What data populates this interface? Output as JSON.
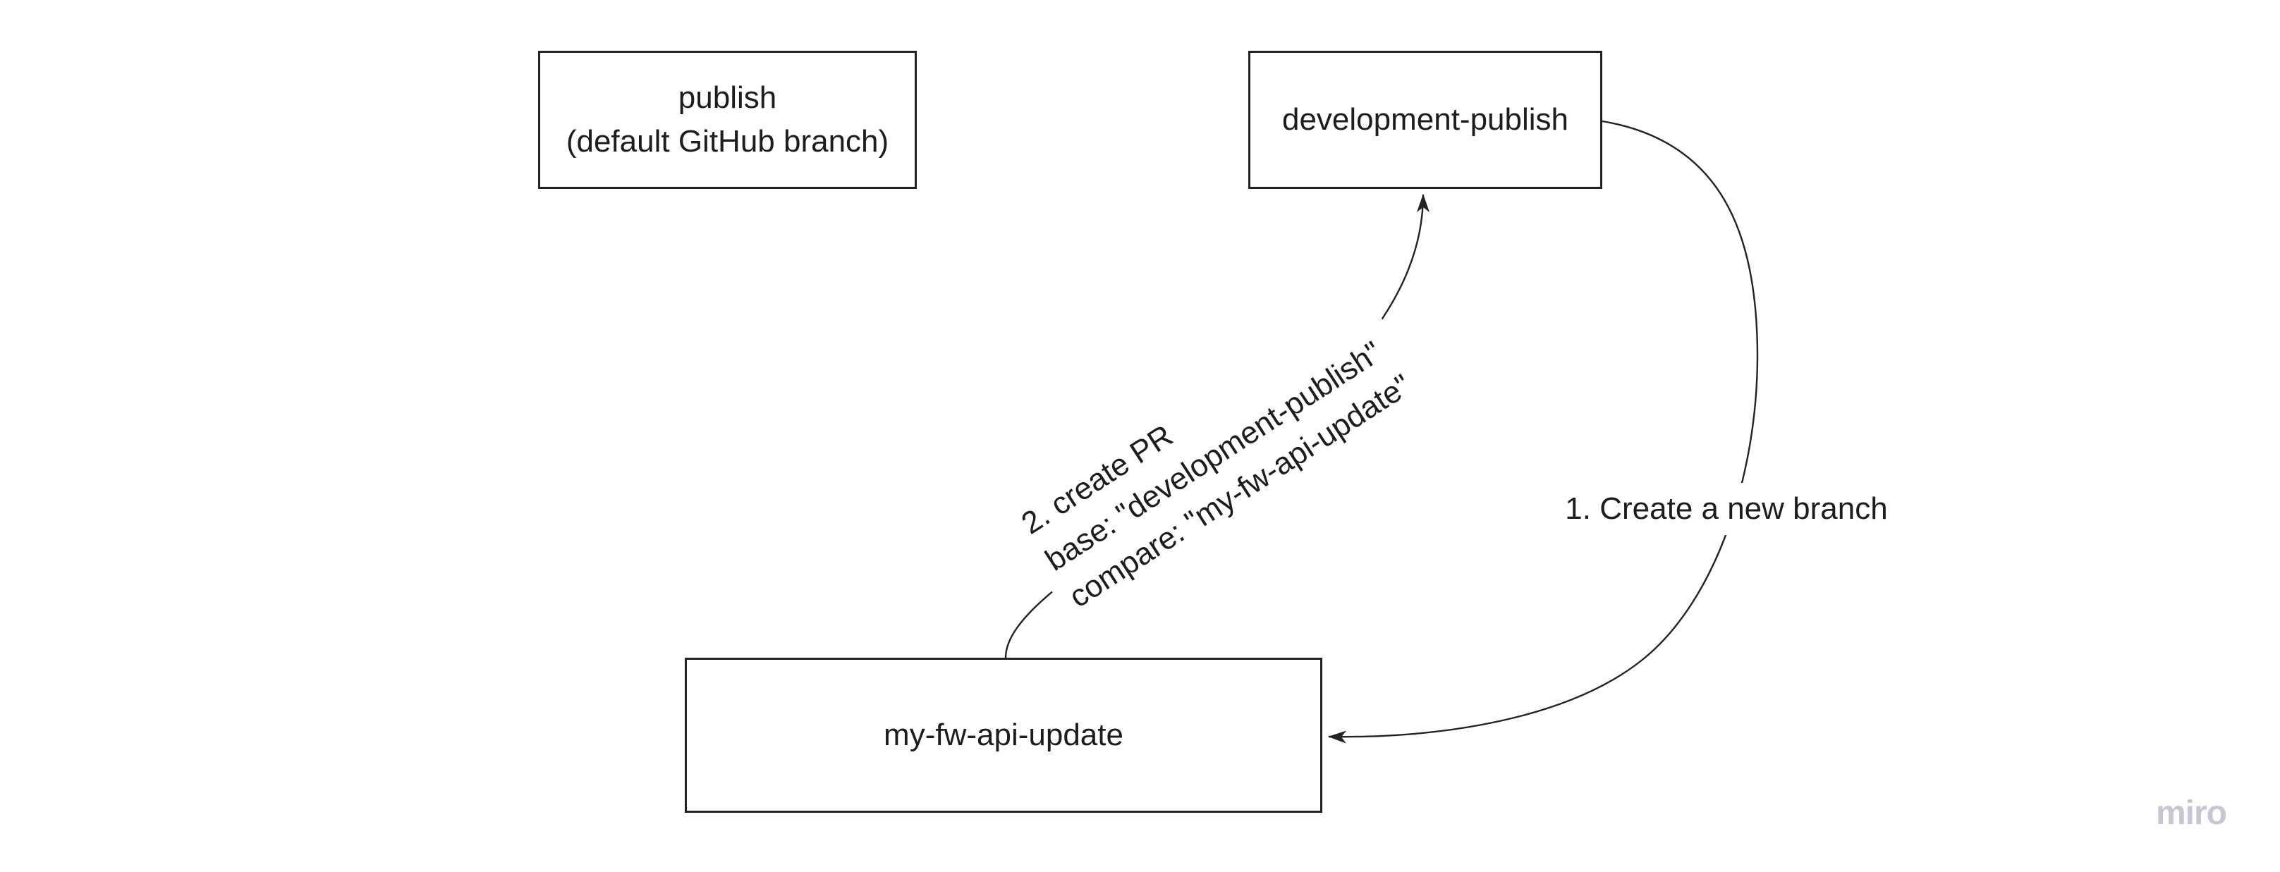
{
  "canvas": {
    "background_color": "#ffffff",
    "stroke_color": "#232326",
    "text_color": "#1d1d1f"
  },
  "nodes": {
    "publish": {
      "line1": "publish",
      "line2": "(default GitHub branch)"
    },
    "development_publish": {
      "label": "development-publish"
    },
    "my_fw_api_update": {
      "label": "my-fw-api-update"
    }
  },
  "connectors": {
    "create_branch": {
      "label": "1. Create a new branch",
      "from": "development-publish",
      "to": "my-fw-api-update"
    },
    "create_pr": {
      "line1": "2. create PR",
      "line2": "base: \"development-publish\"",
      "line3": "compare: \"my-fw-api-update\"",
      "from": "my-fw-api-update",
      "to": "development-publish"
    }
  },
  "watermark": {
    "text": "miro",
    "color": "#c7c7d3"
  }
}
